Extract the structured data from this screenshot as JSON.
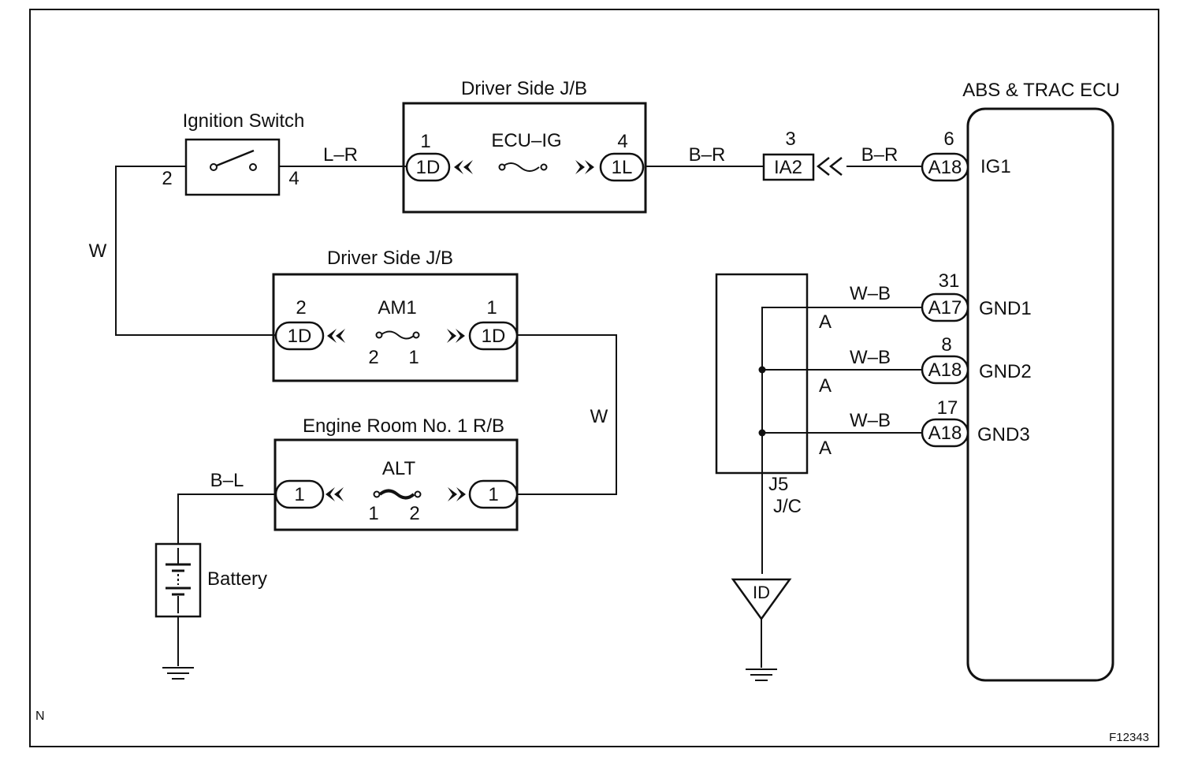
{
  "ignition_switch": {
    "title": "Ignition Switch",
    "pin_left": "2",
    "pin_right": "4"
  },
  "wires": {
    "ig_to_jb": "L–R",
    "jb_to_ia2": "B–R",
    "ia2_to_ecu": "B–R",
    "w_left": "W",
    "w_right": "W",
    "battery_lead": "B–L",
    "gnd1": "W–B",
    "gnd2": "W–B",
    "gnd3": "W–B"
  },
  "jb_upper": {
    "title": "Driver Side J/B",
    "fuse": "ECU–IG",
    "left_pin": "1",
    "left_connector": "1D",
    "right_pin": "4",
    "right_connector": "1L"
  },
  "jb_lower": {
    "title": "Driver Side J/B",
    "fuse": "AM1",
    "left_pin": "2",
    "left_connector": "1D",
    "right_pin": "1",
    "right_connector": "1D",
    "fuse_pin_left": "2",
    "fuse_pin_right": "1"
  },
  "relay_block": {
    "title": "Engine Room No. 1 R/B",
    "fuse": "ALT",
    "left_connector": "1",
    "right_connector": "1",
    "fuse_pin_left": "1",
    "fuse_pin_right": "2"
  },
  "battery": {
    "label": "Battery"
  },
  "ia2_connector": {
    "pin": "3",
    "label": "IA2"
  },
  "junction": {
    "label_line1": "J5",
    "label_line2": "J/C",
    "tap_a1": "A",
    "tap_a2": "A",
    "tap_a3": "A",
    "ground_point": "ID"
  },
  "ecu": {
    "title": "ABS & TRAC ECU",
    "terminals": [
      {
        "pin": "6",
        "connector": "A18",
        "name": "IG1"
      },
      {
        "pin": "31",
        "connector": "A17",
        "name": "GND1"
      },
      {
        "pin": "8",
        "connector": "A18",
        "name": "GND2"
      },
      {
        "pin": "17",
        "connector": "A18",
        "name": "GND3"
      }
    ]
  },
  "corner": {
    "left": "N",
    "right": "F12343"
  }
}
